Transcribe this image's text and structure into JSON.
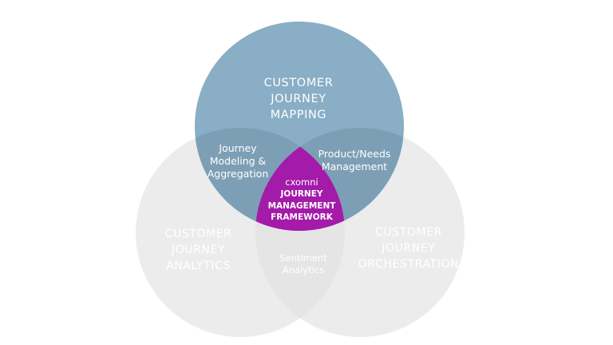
{
  "diagram": {
    "circles": {
      "top": {
        "label": "CUSTOMER\nJOURNEY\nMAPPING",
        "color": "#89aec5"
      },
      "left": {
        "label": "CUSTOMER\nJOURNEY\nANALYTICS",
        "color": "#ececec"
      },
      "right": {
        "label": "CUSTOMER\nJOURNEY\nORCHESTRATION",
        "color": "#ececec"
      }
    },
    "overlaps": {
      "top_left": {
        "label": "Journey\nModeling &\nAggregation",
        "color": "#7d9fb5"
      },
      "top_right": {
        "label": "Product/Needs\nManagement",
        "color": "#7d9fb5"
      },
      "left_right": {
        "label": "Sentiment\nAnalytics",
        "color": "#e5e5e5"
      }
    },
    "center": {
      "brand": "cxomni",
      "title": "JOURNEY\nMANAGEMENT\nFRAMEWORK",
      "color": "#a41aa9"
    }
  }
}
